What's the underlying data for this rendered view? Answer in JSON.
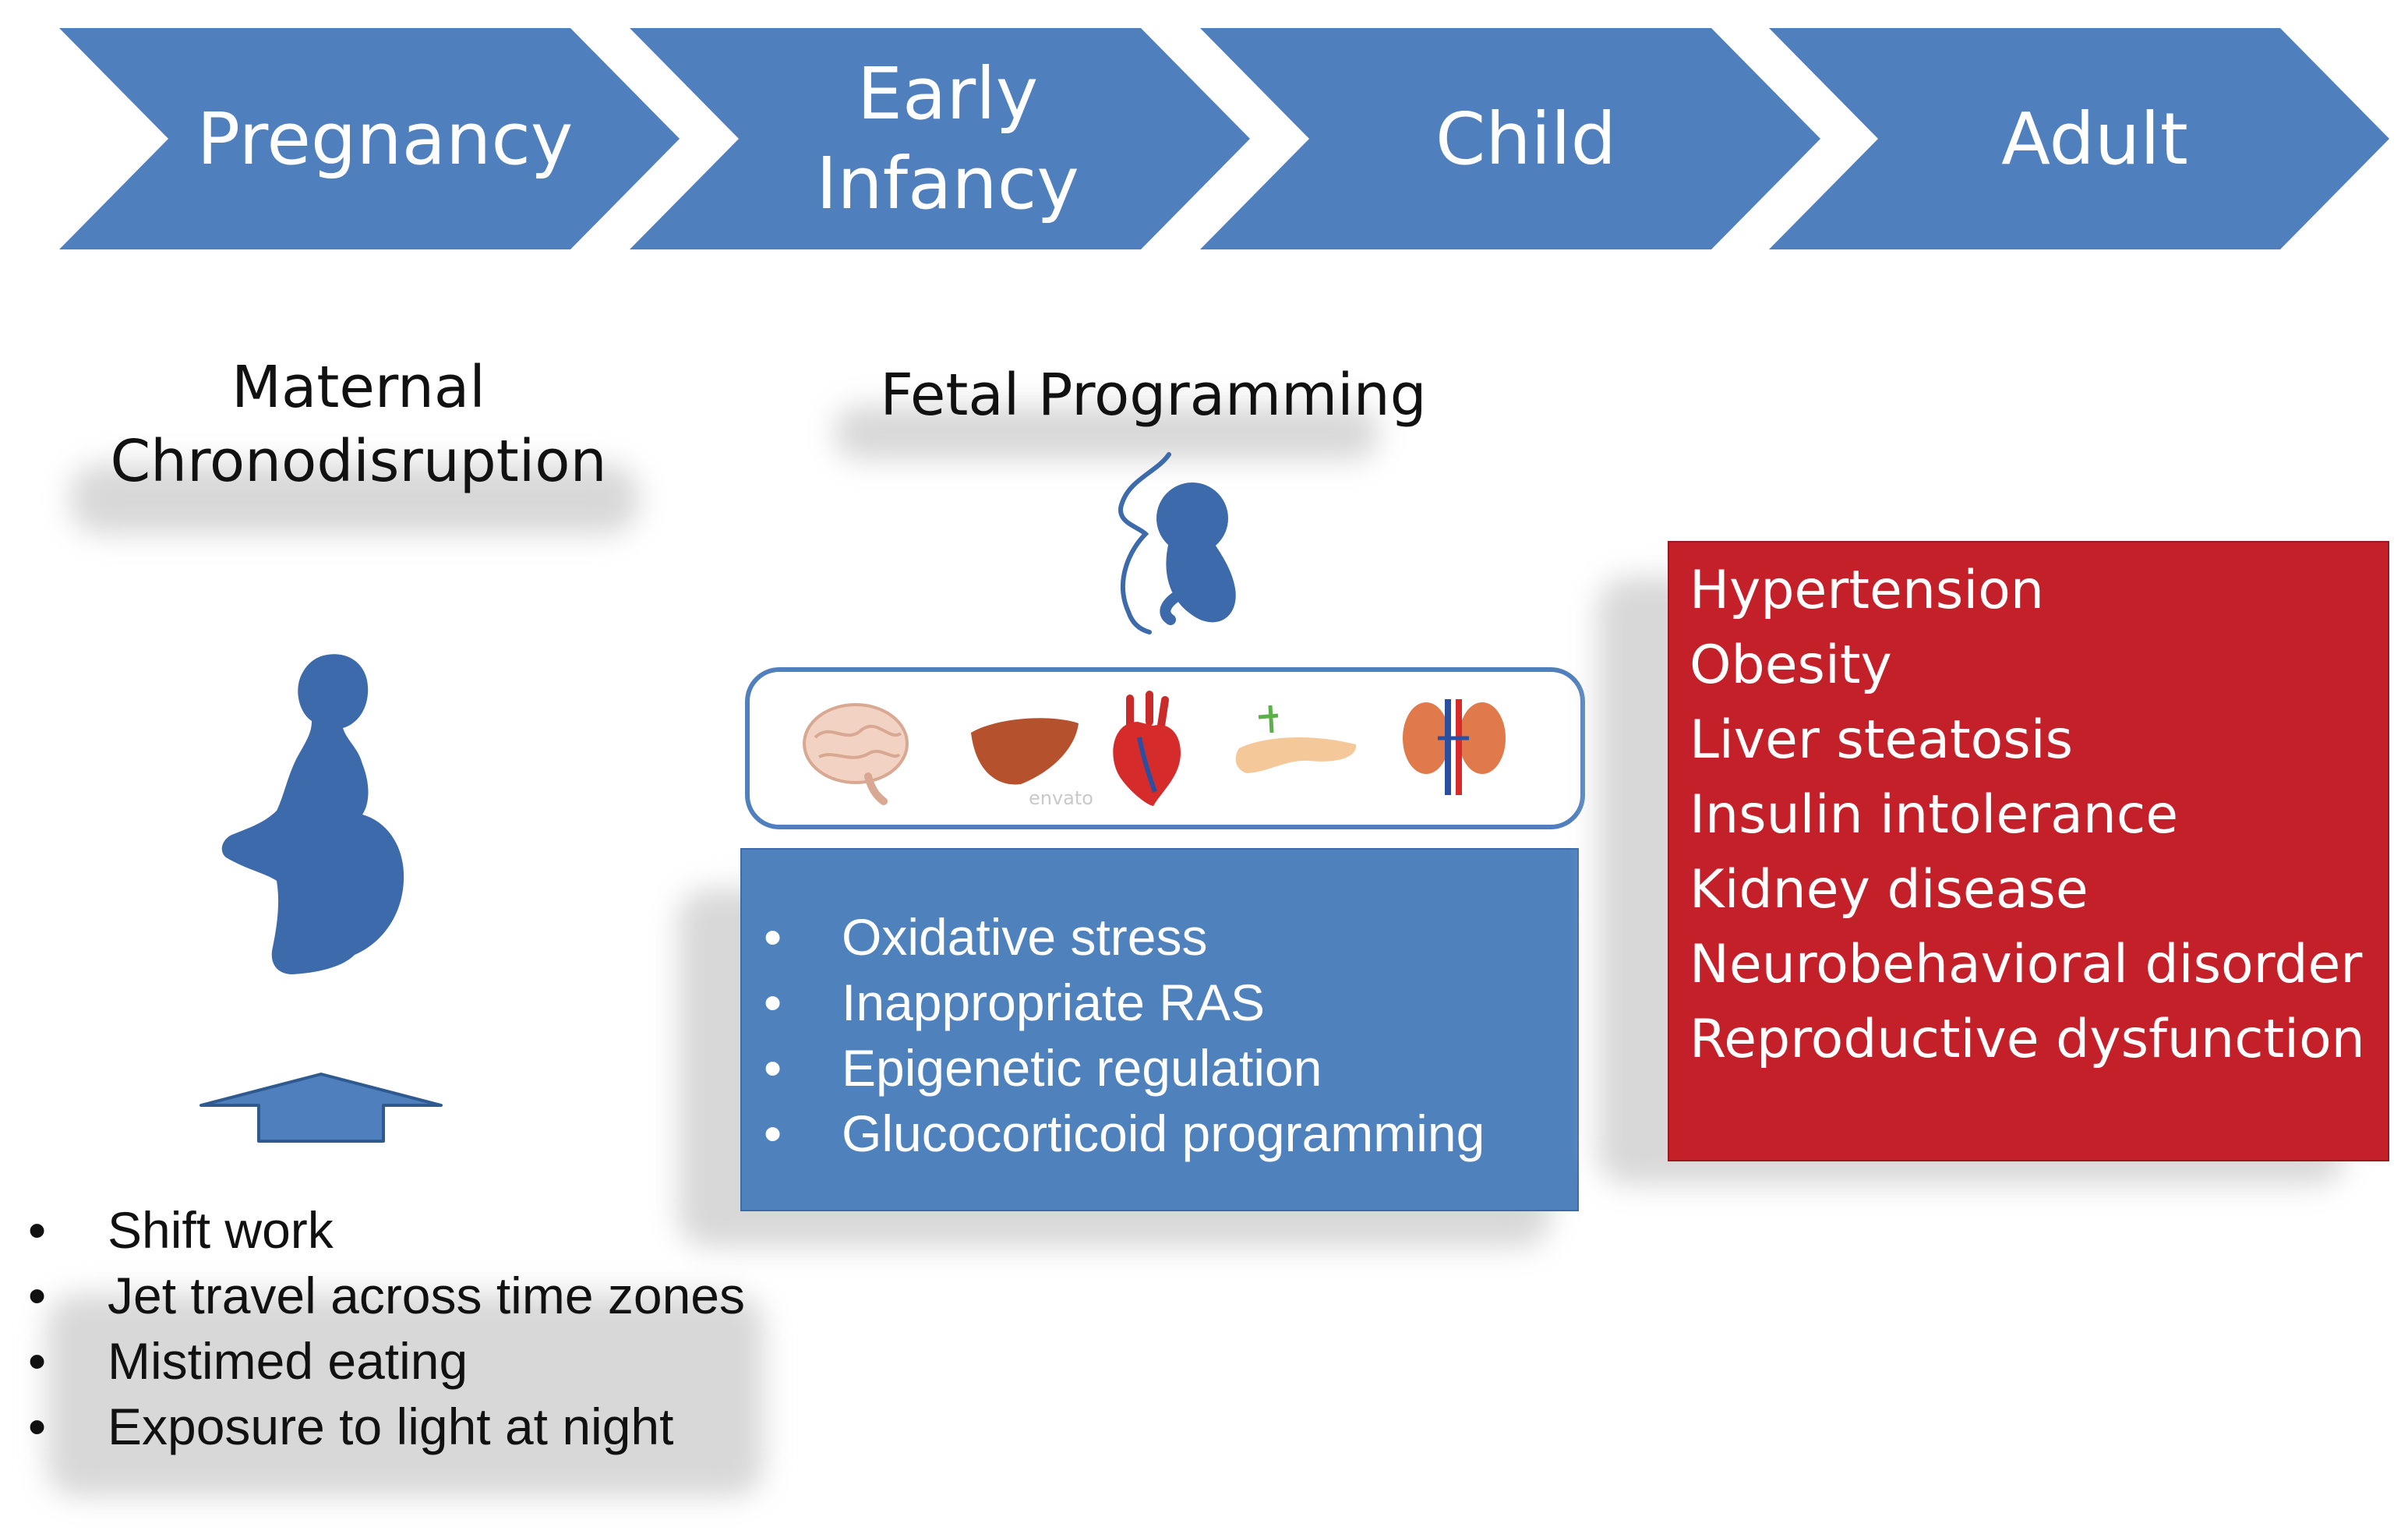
{
  "stages": [
    {
      "label": "Pregnancy"
    },
    {
      "label": "Early\nInfancy"
    },
    {
      "label": "Child"
    },
    {
      "label": "Adult"
    }
  ],
  "maternal": {
    "title": "Maternal\nChronodisruption"
  },
  "fetal": {
    "title": "Fetal Programming"
  },
  "causes": {
    "items": [
      "Shift work",
      "Jet travel across time zones",
      "Mistimed eating",
      "Exposure to light at night"
    ]
  },
  "mechanisms": {
    "items": [
      "Oxidative stress",
      "Inappropriate RAS",
      "Epigenetic regulation",
      "Glucocorticoid programming"
    ]
  },
  "outcomes": {
    "items": [
      "Hypertension",
      "Obesity",
      "Liver steatosis",
      "Insulin intolerance",
      "Kidney disease",
      "Neurobehavioral disorder",
      "Reproductive dysfunction"
    ]
  },
  "organs": {
    "icons": [
      "brain-icon",
      "liver-icon",
      "heart-icon",
      "pancreas-icon",
      "kidney-icon"
    ],
    "watermark": "envato"
  },
  "colors": {
    "stage_blue": "#4f7fbd",
    "silhouette_blue": "#3d6aaa",
    "outcome_red": "#c3202a",
    "mechanism_blue": "#4f81bd"
  }
}
